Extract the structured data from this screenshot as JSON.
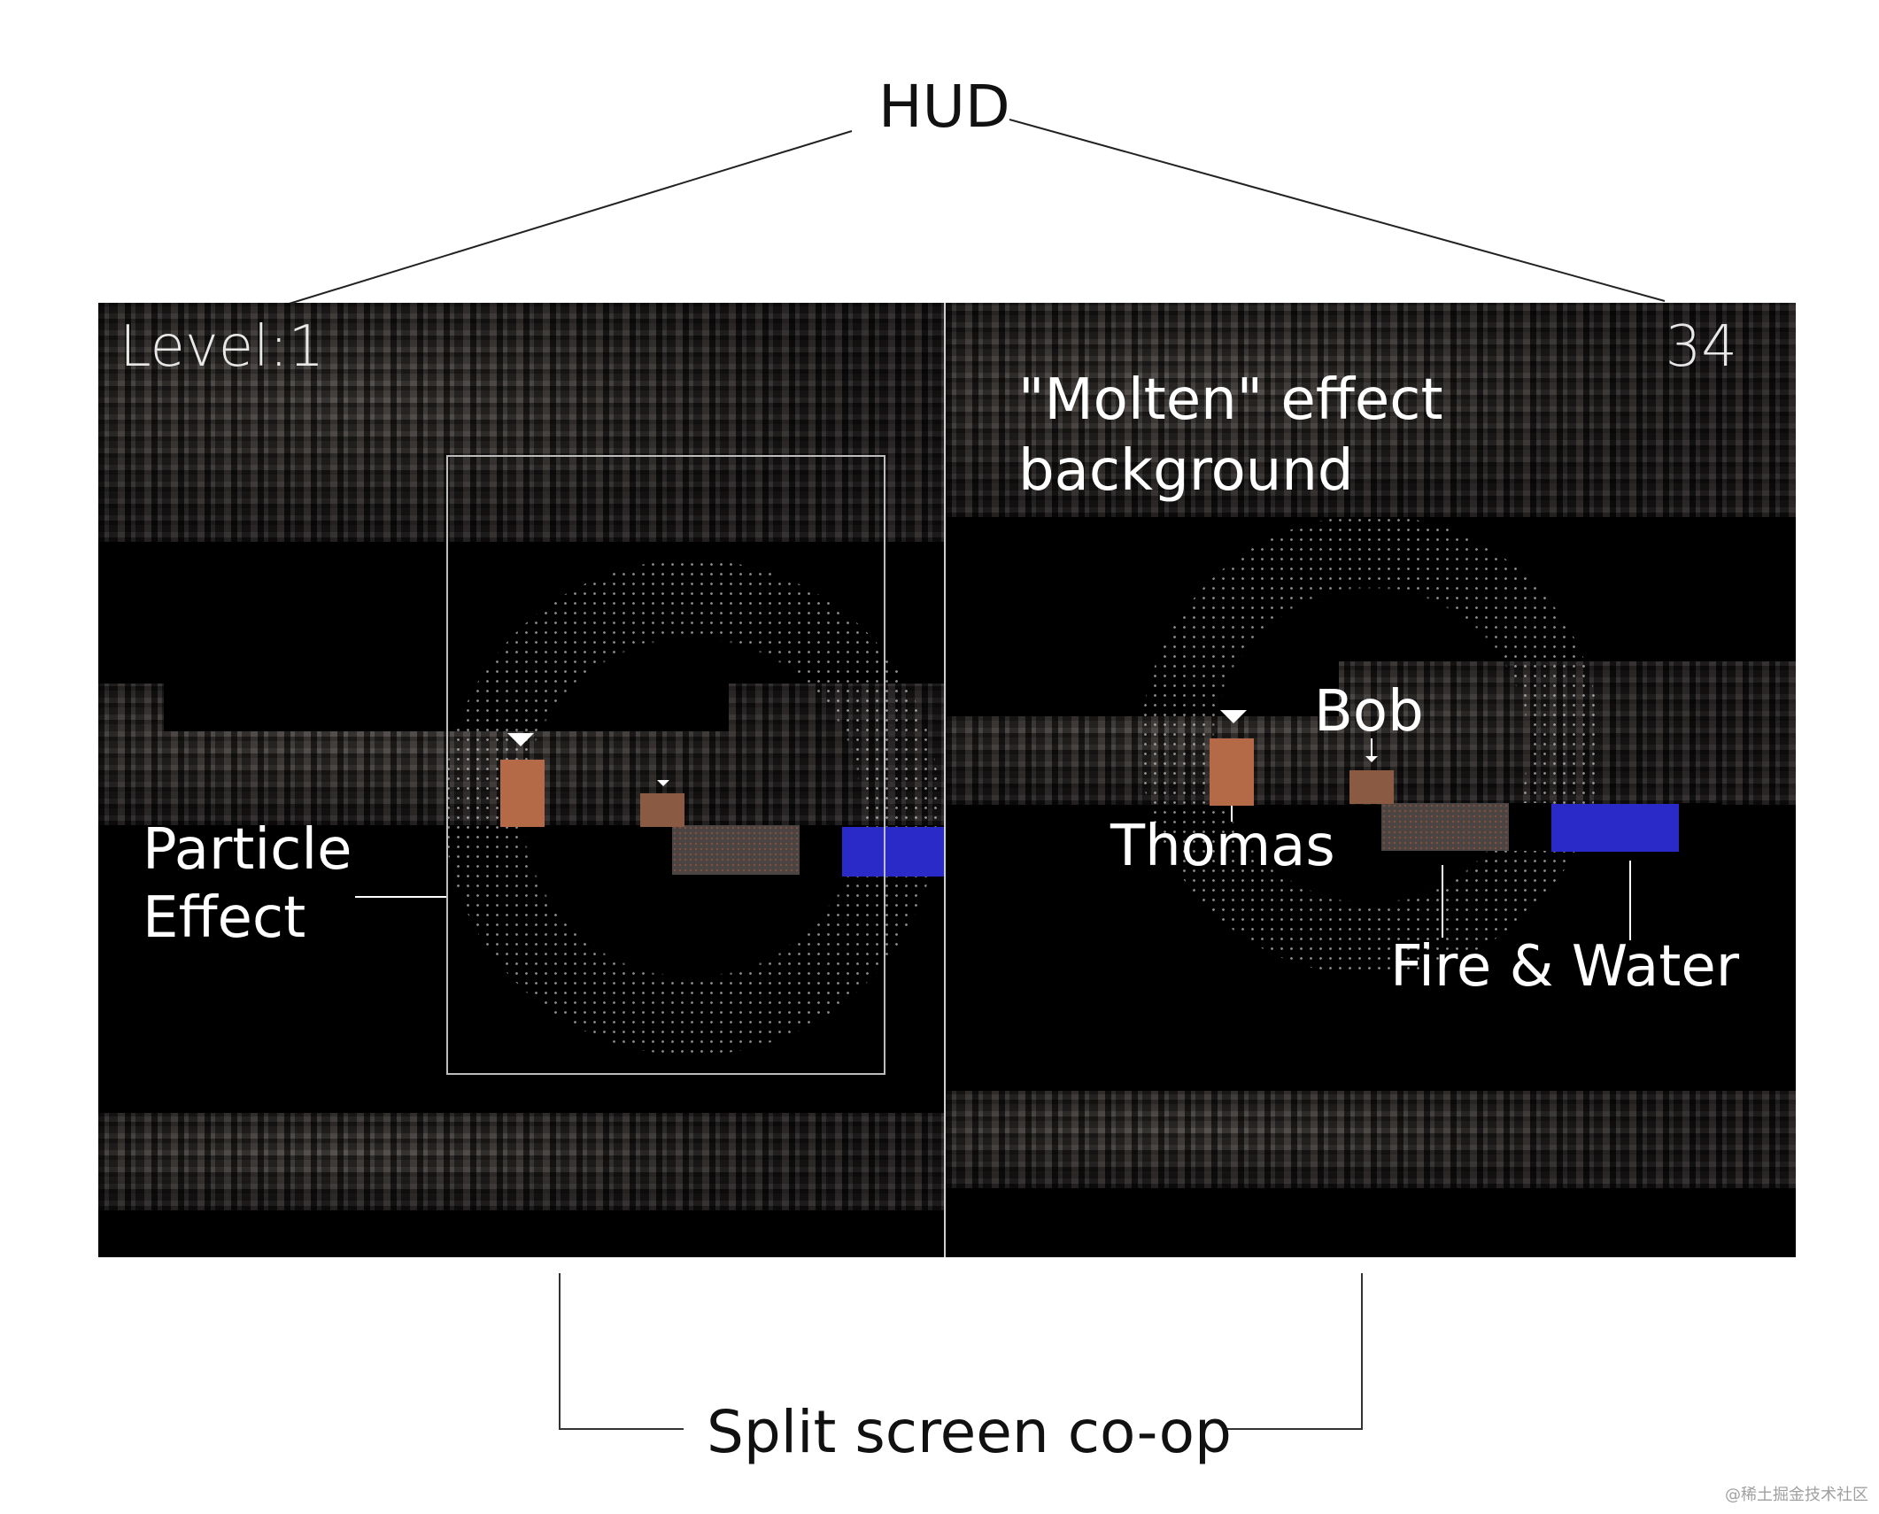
{
  "annotations": {
    "hud": "HUD",
    "particle_effect_line1": "Particle",
    "particle_effect_line2": "Effect",
    "molten_line1": "\"Molten\" effect",
    "molten_line2": "background",
    "bob": "Bob",
    "thomas": "Thomas",
    "fire_water": "Fire & Water",
    "split_screen": "Split screen co-op"
  },
  "hud": {
    "level": "Level:1",
    "time": "34"
  },
  "watermark": "@稀土掘金技术社区",
  "colors": {
    "character": "#b46a46",
    "water": "#2a2ac8",
    "viewport_bg": "#000000",
    "molten": "#2f2c2b"
  }
}
